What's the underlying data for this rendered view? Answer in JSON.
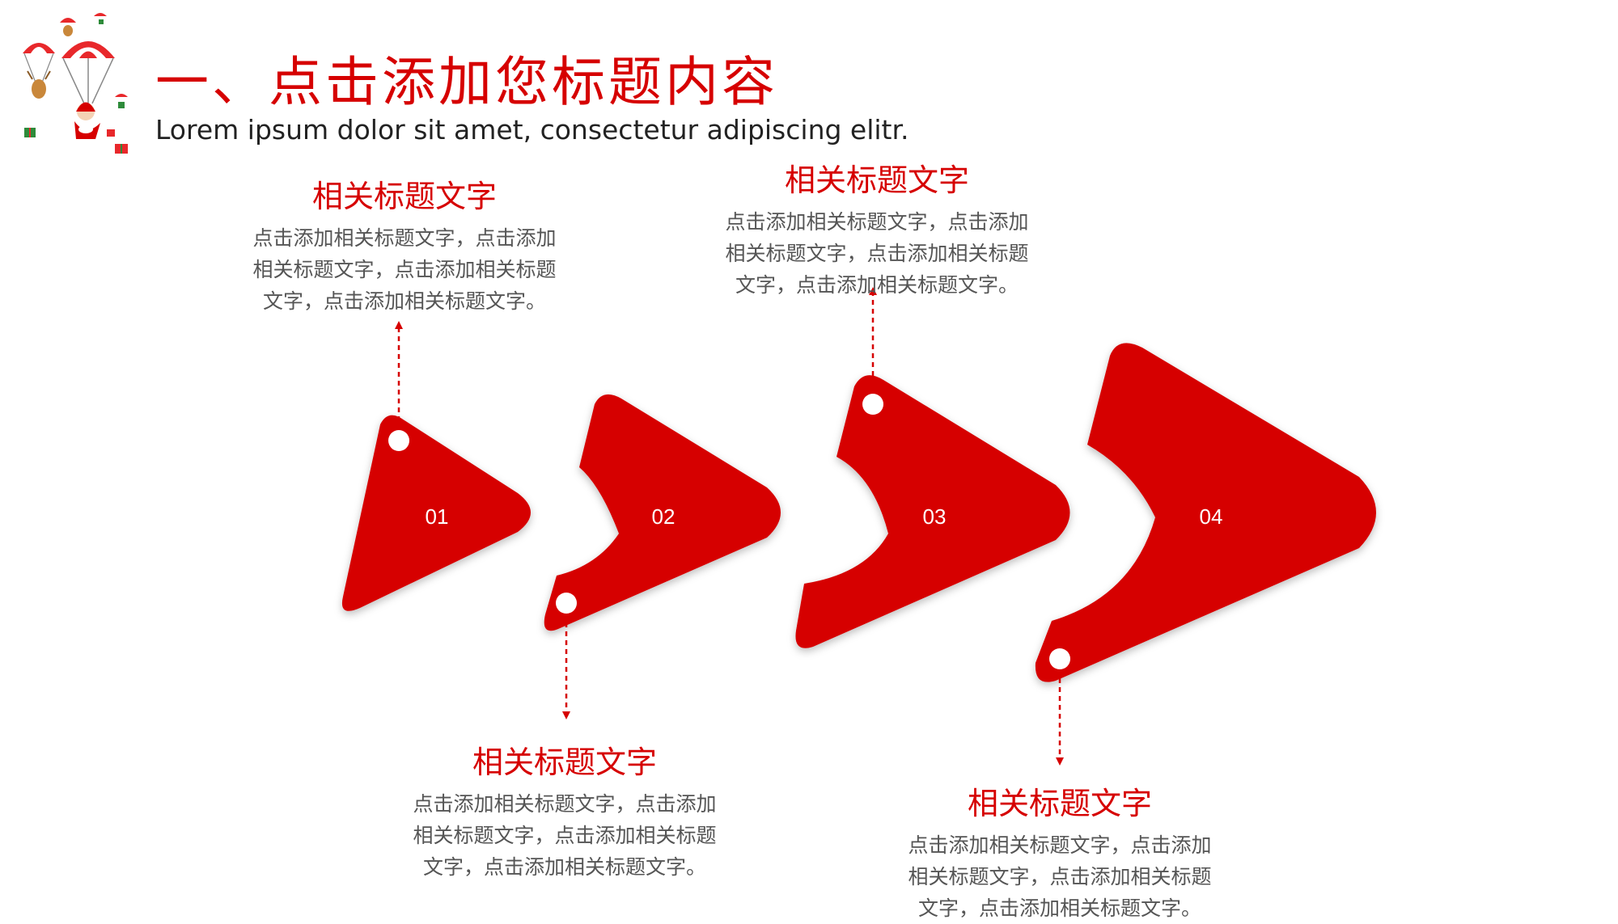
{
  "header": {
    "title": "一、点击添加您标题内容",
    "subtitle": "Lorem ipsum dolor sit amet, consectetur adipiscing elitr."
  },
  "steps": [
    {
      "number": "01",
      "title": "相关标题文字",
      "description": "点击添加相关标题文字，点击添加相关标题文字，点击添加相关标题文字，点击添加相关标题文字。"
    },
    {
      "number": "02",
      "title": "相关标题文字",
      "description": "点击添加相关标题文字，点击添加相关标题文字，点击添加相关标题文字，点击添加相关标题文字。"
    },
    {
      "number": "03",
      "title": "相关标题文字",
      "description": "点击添加相关标题文字，点击添加相关标题文字，点击添加相关标题文字，点击添加相关标题文字。"
    },
    {
      "number": "04",
      "title": "相关标题文字",
      "description": "点击添加相关标题文字，点击添加相关标题文字，点击添加相关标题文字，点击添加相关标题文字。"
    }
  ],
  "decoration": {
    "icon": "santa-parachute-icon"
  },
  "colors": {
    "accent": "#d60000",
    "text": "#222222",
    "muted": "#555555"
  }
}
